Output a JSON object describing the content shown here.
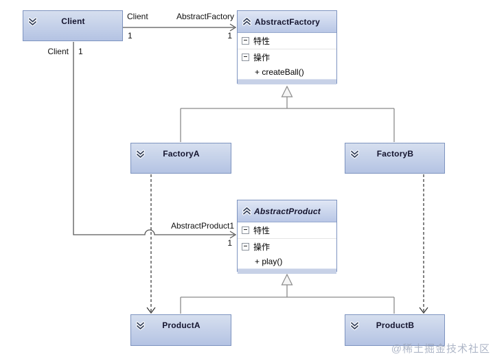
{
  "classes": {
    "client": {
      "title": "Client"
    },
    "abstractFactory": {
      "title": "AbstractFactory",
      "attrLabel": "特性",
      "opLabel": "操作",
      "method": "+ createBall()"
    },
    "factoryA": {
      "title": "FactoryA"
    },
    "factoryB": {
      "title": "FactoryB"
    },
    "abstractProduct": {
      "title": "AbstractProduct",
      "attrLabel": "特性",
      "opLabel": "操作",
      "method": "+ play()"
    },
    "productA": {
      "title": "ProductA"
    },
    "productB": {
      "title": "ProductB"
    }
  },
  "associations": {
    "clientFactory": {
      "sourceRole": "Client",
      "targetRole": "AbstractFactory",
      "sourceMult": "1",
      "targetMult": "1"
    },
    "clientProduct": {
      "sourceRole": "Client",
      "sourceMult": "1",
      "targetRole": "AbstractProduct1",
      "targetMult": "1"
    }
  },
  "icons": {
    "collapse": "chevron-down",
    "expand": "chevron-up",
    "sectionToggle": "minus-box"
  },
  "colors": {
    "boxGradientTop": "#d6dfef",
    "boxGradientBottom": "#b4c3e3",
    "boxBorder": "#7d93bf",
    "footerBar": "#c7d1e7",
    "associationLine": "#575757",
    "inheritanceLine": "#8a8a8a",
    "dependencyLine": "#2e2e2e",
    "watermarkColor": "#9aa4ba"
  },
  "watermark": {
    "text": "@稀土掘金技术社区"
  }
}
